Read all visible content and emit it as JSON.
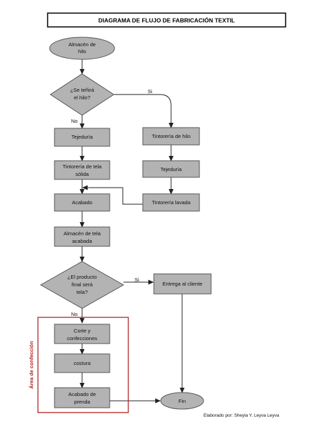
{
  "title": "DIAGRAMA DE FLUJO DE FABRICACIÓN TEXTIL",
  "nodes": {
    "almacen_hilo": [
      "Almacén de",
      "hilo"
    ],
    "tenira_hilo": [
      "¿Se teñirá",
      "el hilo?"
    ],
    "tejeduria_left": [
      "Tejeduría"
    ],
    "tintoreria_hilo": [
      "Tintorería de hilo"
    ],
    "tintoreria_tela_solida": [
      "Tintorería de tela",
      "sólida"
    ],
    "tejeduria_right": [
      "Tejeduría"
    ],
    "acabado": [
      "Acabado"
    ],
    "tintoreria_lavada": [
      "Tintorería lavada"
    ],
    "almacen_tela_acabada": [
      "Almacén de tela",
      "acabada"
    ],
    "producto_final": [
      "¿El producto",
      "final será",
      "tela?"
    ],
    "entrega_cliente": [
      "Entrega al cliente"
    ],
    "corte_confecciones": [
      "Corte y",
      "confecciones"
    ],
    "costura": [
      "costura"
    ],
    "acabado_prenda": [
      "Acabado de",
      "prenda"
    ],
    "fin": [
      "Fin"
    ]
  },
  "edges": {
    "si_1": "Si",
    "no_1": "No",
    "si_2": "Si",
    "no_2": "No"
  },
  "area_label": "Área de confección",
  "credit": "Elaborado por: Sheyla Y.  Leyva Leyva",
  "colors": {
    "shape_fill": "#b3b3b3",
    "shape_stroke": "#555555",
    "area_border": "#b22222",
    "area_label": "#b22222"
  }
}
